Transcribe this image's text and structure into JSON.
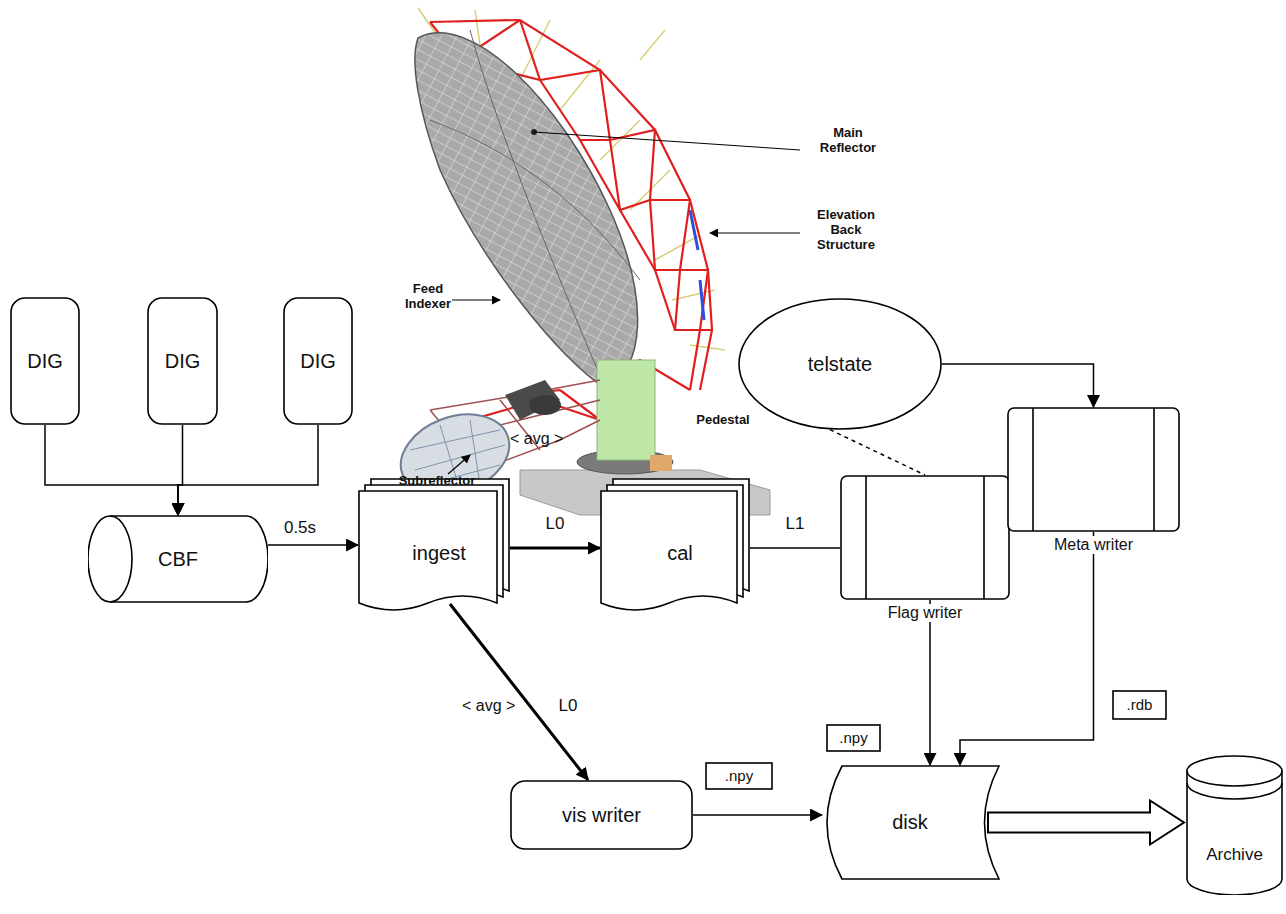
{
  "diagram": {
    "nodes": [
      {
        "text": [
          "DIG"
        ]
      },
      {
        "text": [
          "DIG"
        ]
      },
      {
        "text": [
          "DIG"
        ]
      },
      {
        "text": [
          "CBF"
        ]
      },
      {
        "text": [
          "ingest"
        ]
      },
      {
        "text": [
          "cal"
        ]
      },
      {
        "text": [
          "Flag writer"
        ]
      },
      {
        "text": [
          "telstate"
        ]
      },
      {
        "text": [
          "Meta writer"
        ]
      },
      {
        "text": [
          "vis writer"
        ]
      },
      {
        "text": [
          "disk"
        ]
      },
      {
        "text": [
          "Archive"
        ]
      },
      {
        "text": [
          ".npy"
        ]
      },
      {
        "text": [
          ".rdb"
        ]
      },
      {
        "text": [
          ".npy"
        ]
      }
    ],
    "edges": [
      {
        "from": 0,
        "to": 3,
        "arrow": "to"
      },
      {
        "from": 1,
        "to": 3,
        "arrow": "to"
      },
      {
        "from": 2,
        "to": 3,
        "arrow": "to"
      },
      {
        "from": 3,
        "to": 4,
        "label": "0.5s",
        "arrow": "to"
      },
      {
        "from": 4,
        "to": 5,
        "label": "L0",
        "arrow": "to"
      },
      {
        "from": 5,
        "to": 6,
        "label": "L1",
        "arrow": "none"
      },
      {
        "from": 7,
        "to": 6,
        "arrow": "none"
      },
      {
        "from": 7,
        "to": 8,
        "arrow": "to"
      },
      {
        "from": 4,
        "to": 9,
        "label": "L0",
        "arrow": "to"
      },
      {
        "from": 9,
        "to": 10,
        "arrow": "to"
      },
      {
        "from": 6,
        "to": 10,
        "arrow": "to"
      },
      {
        "from": 8,
        "to": 10,
        "arrow": "to"
      },
      {
        "from": 10,
        "to": 11,
        "arrow": "to"
      }
    ],
    "labels": [
      "Main Reflector",
      "Elevation Back Structure",
      "Feed Indexer",
      "Pedestal",
      "Subreflector",
      "< avg >",
      "< avg >"
    ]
  }
}
